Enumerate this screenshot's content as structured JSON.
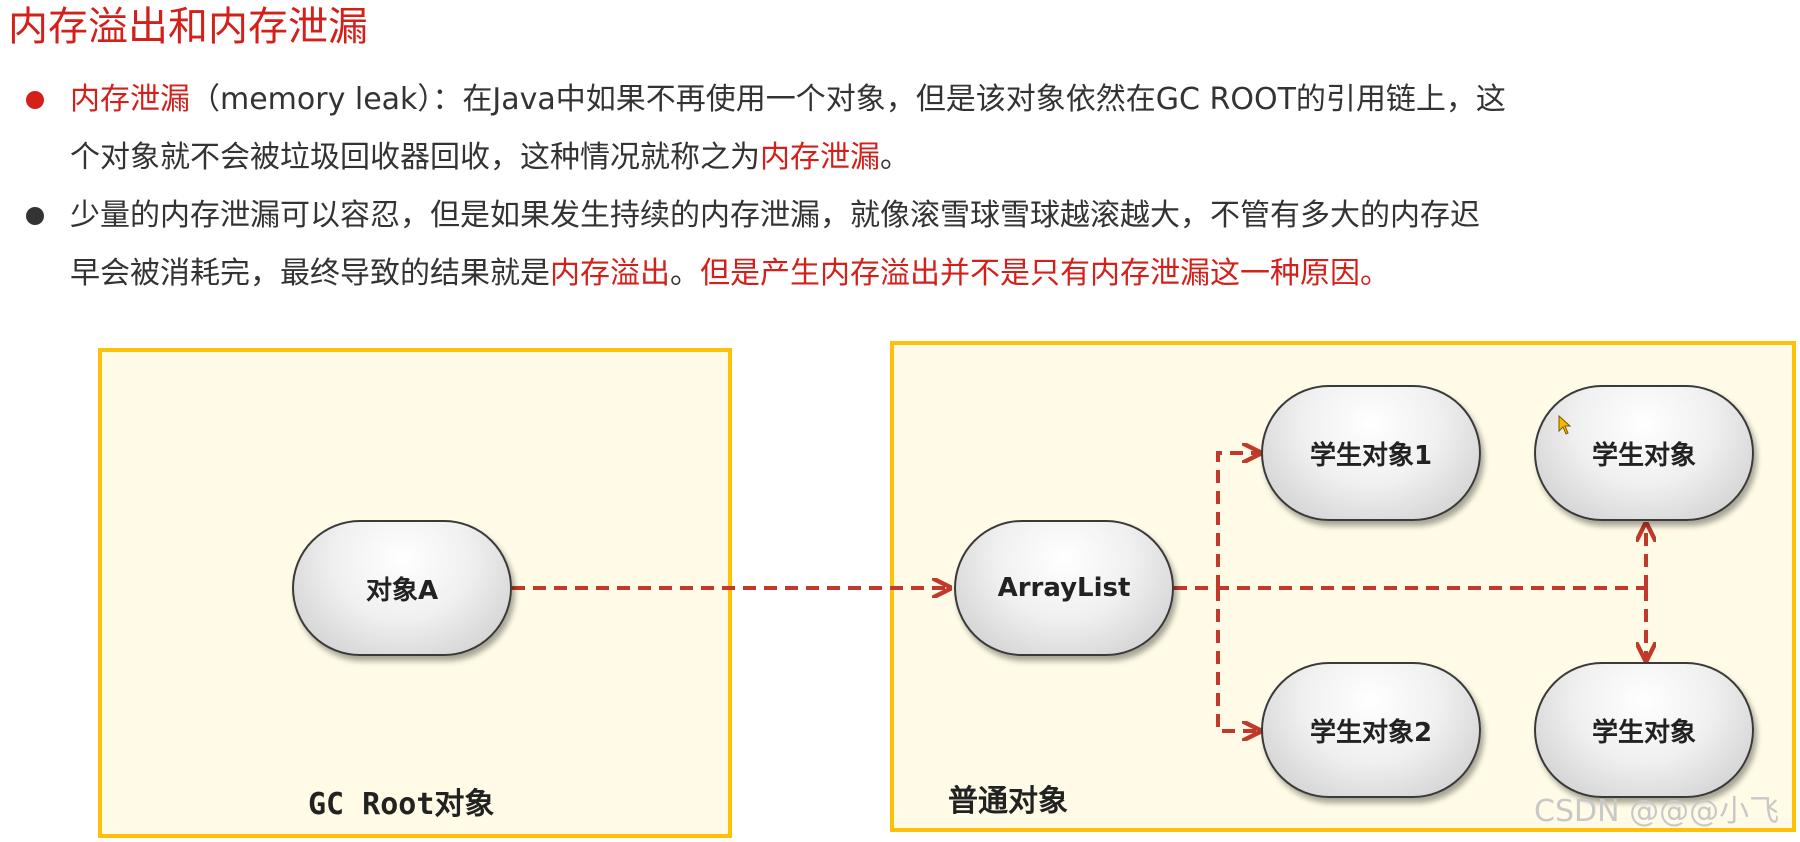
{
  "title": "内存溢出和内存泄漏",
  "bullets": [
    {
      "dot_color": "#d4201a",
      "line1": [
        {
          "text": "内存泄漏",
          "red": true
        },
        {
          "text": "（memory leak）：在Java中如果不再使用一个对象，但是该对象依然在GC ROOT的引用链上，这",
          "red": false
        }
      ],
      "line2": [
        {
          "text": "个对象就不会被垃圾回收器回收，这种情况就称之为",
          "red": false
        },
        {
          "text": "内存泄漏",
          "red": true
        },
        {
          "text": "。",
          "red": false
        }
      ]
    },
    {
      "dot_color": "#333333",
      "line1": [
        {
          "text": "少量的内存泄漏可以容忍，但是如果发生持续的内存泄漏，就像滚雪球雪球越滚越大，不管有多大的内存迟",
          "red": false
        }
      ],
      "line2": [
        {
          "text": "早会被消耗完，最终导致的结果就是",
          "red": false
        },
        {
          "text": "内存溢出",
          "red": true
        },
        {
          "text": "。",
          "red": false
        },
        {
          "text": "但是产生内存溢出并不是只有内存泄漏这一种原因。",
          "red": true
        }
      ]
    }
  ],
  "diagram": {
    "left_box_label": "GC Root对象",
    "right_box_label": "普通对象",
    "nodes": {
      "object_a": "对象A",
      "arraylist": "ArrayList",
      "student1": "学生对象1",
      "student2": "学生对象2",
      "student3": "学生对象",
      "student4": "学生对象"
    }
  },
  "watermark": "CSDN @@@小飞",
  "colors": {
    "accent_red": "#d4201a",
    "box_border": "#ffc107",
    "box_fill": "#fffbe6",
    "arrow": "#c0392b"
  }
}
